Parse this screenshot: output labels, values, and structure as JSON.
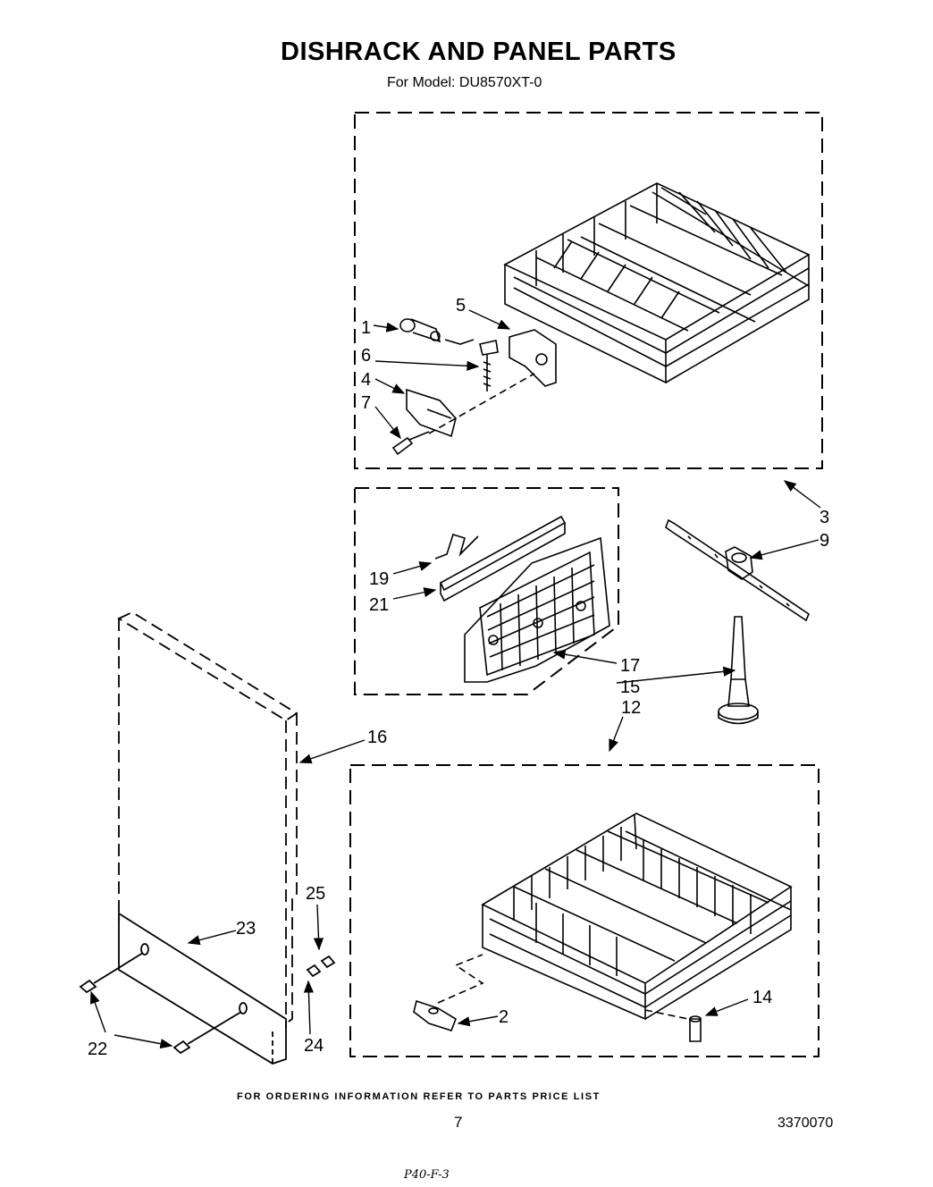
{
  "title": "DISHRACK AND PANEL PARTS",
  "subtitle": "For Model: DU8570XT-0",
  "footer_note": "FOR ORDERING INFORMATION REFER TO PARTS PRICE LIST",
  "page_number": "7",
  "document_number": "3370070",
  "handwritten_note": "P40-F-3",
  "callouts": {
    "c1": "1",
    "c2": "2",
    "c3": "3",
    "c4": "4",
    "c5": "5",
    "c6": "6",
    "c7": "7",
    "c9": "9",
    "c12": "12",
    "c14": "14",
    "c15": "15",
    "c16": "16",
    "c17": "17",
    "c19": "19",
    "c21": "21",
    "c22": "22",
    "c23": "23",
    "c24": "24",
    "c25": "25"
  }
}
